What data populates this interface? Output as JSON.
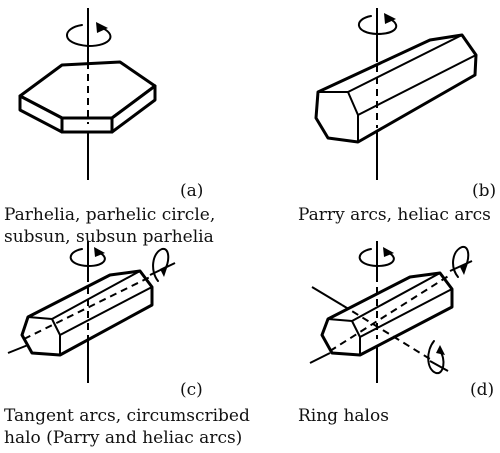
{
  "panels": [
    {
      "tag": "(a)",
      "caption": [
        "Parhelia, parhelic circle,",
        "subsun, subsun parhelia"
      ]
    },
    {
      "tag": "(b)",
      "caption": [
        "Parry arcs, heliac arcs"
      ]
    },
    {
      "tag": "(c)",
      "caption": [
        "Tangent arcs, circumscribed",
        "halo (Parry and heliac arcs)"
      ]
    },
    {
      "tag": "(d)",
      "caption": [
        "Ring halos"
      ]
    }
  ],
  "icons": {
    "plate_crystal": "hexagonal-plate-crystal-icon",
    "column_crystal": "hexagonal-column-crystal-icon",
    "rotation": "rotation-arrow-icon"
  }
}
